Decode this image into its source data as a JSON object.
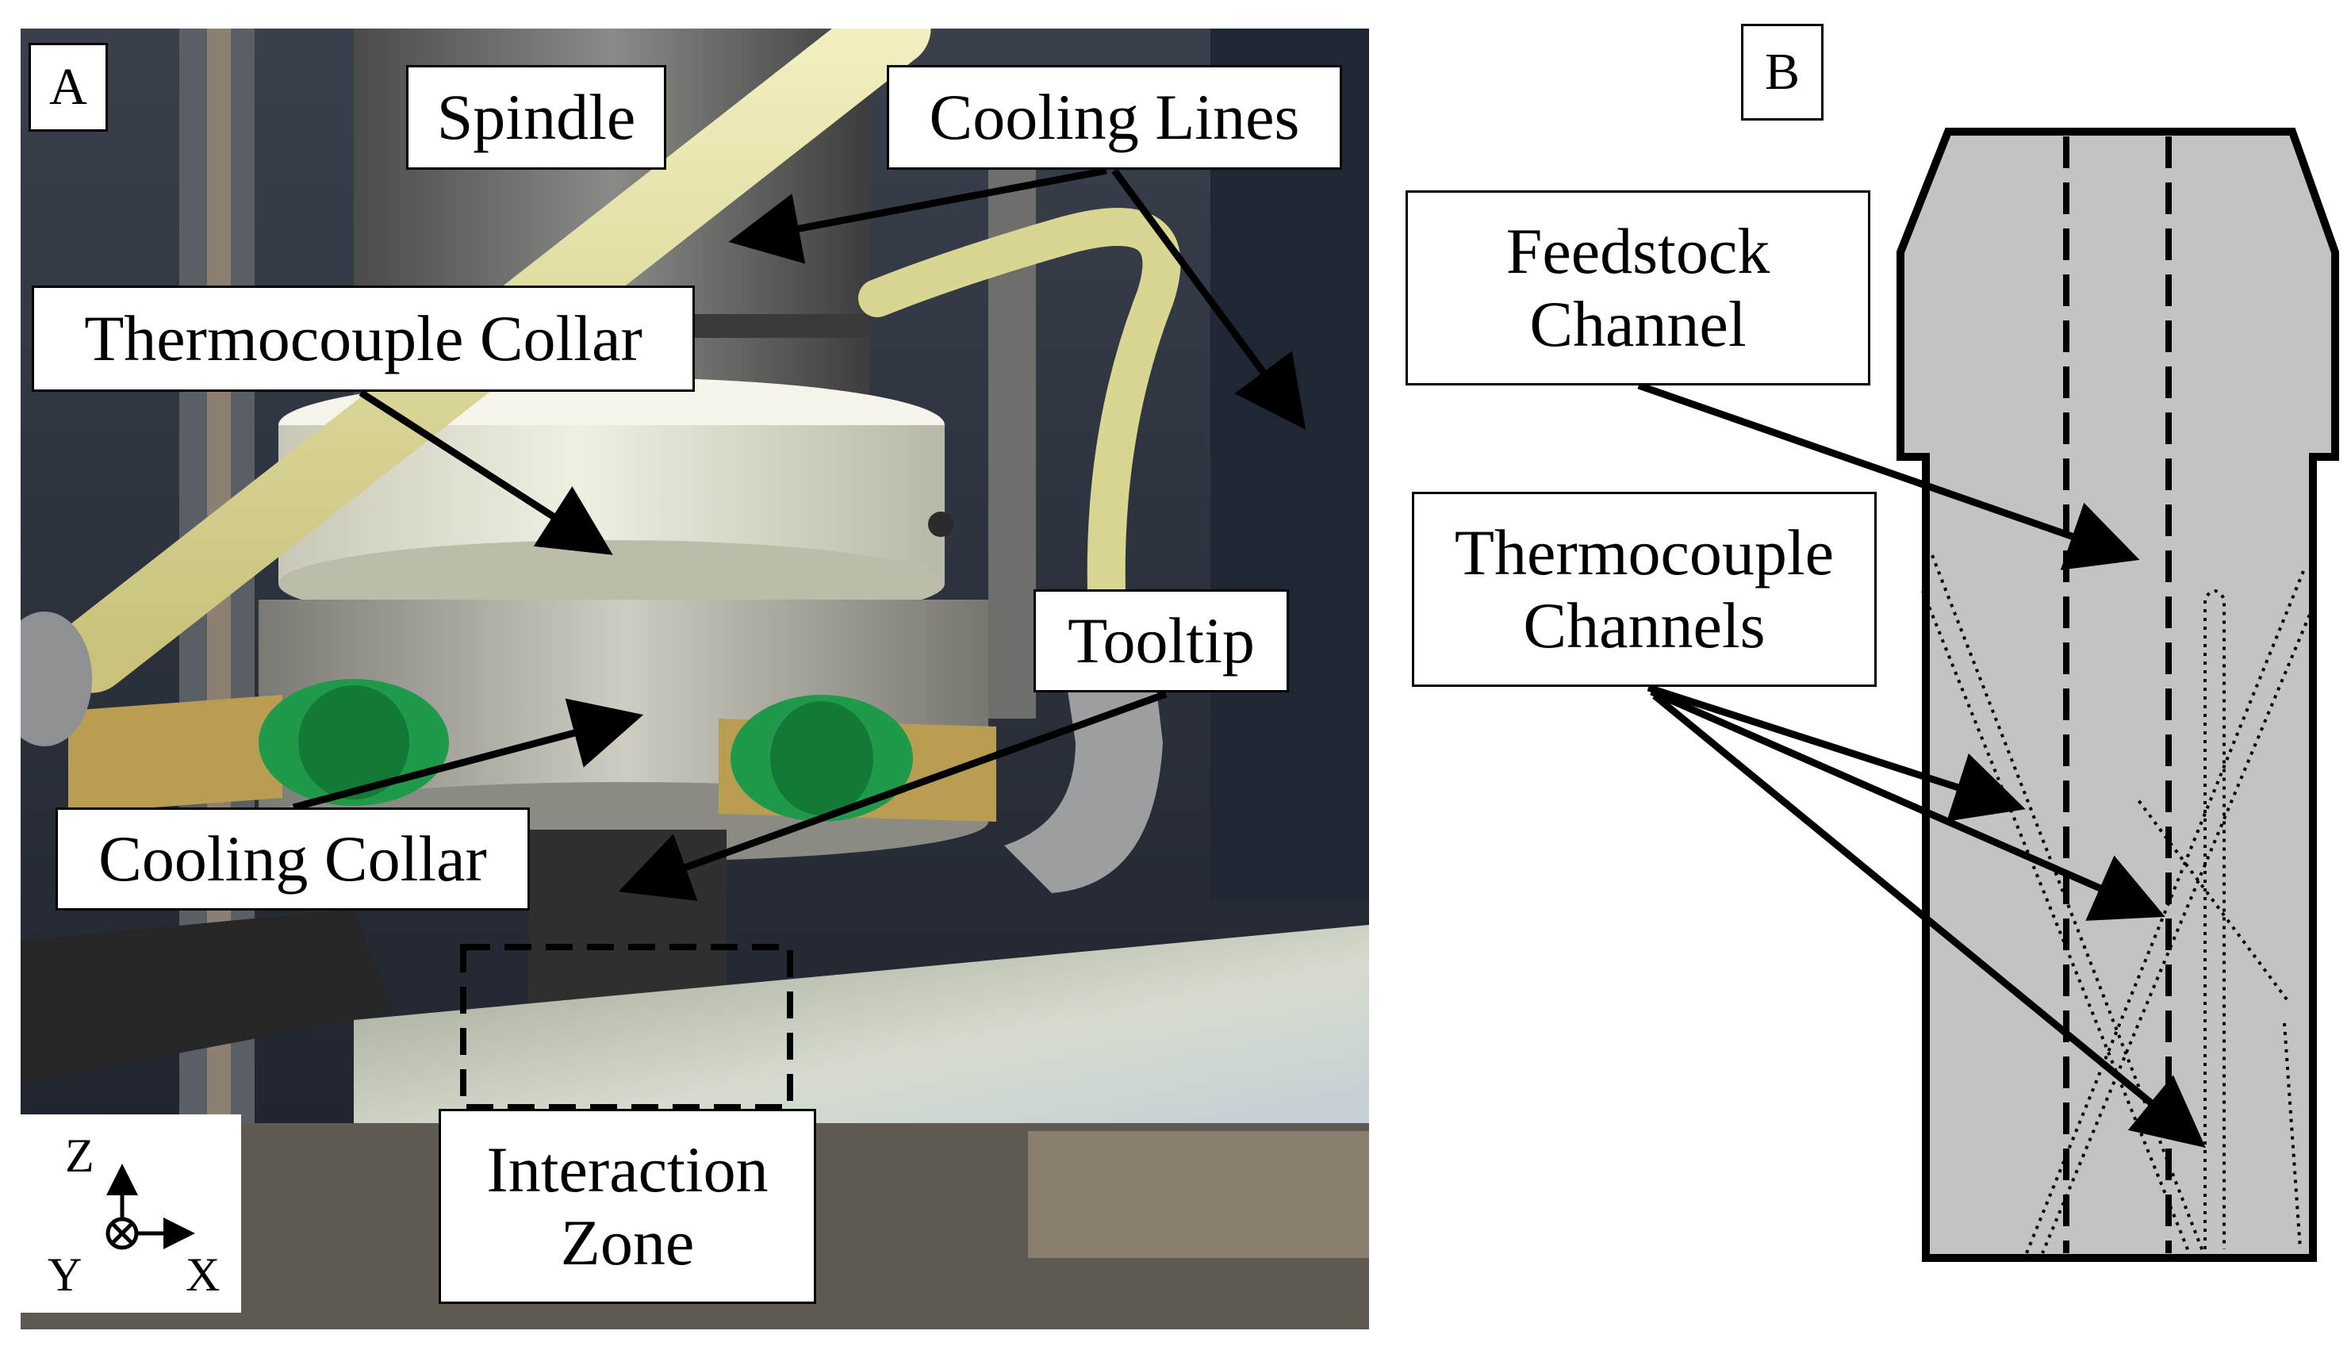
{
  "panel_a": {
    "letter": "A",
    "labels": {
      "spindle": "Spindle",
      "cooling_lines": "Cooling Lines",
      "thermocouple_collar": "Thermocouple Collar",
      "tooltip": "Tooltip",
      "cooling_collar": "Cooling Collar",
      "interaction_zone": "Interaction\nZone"
    },
    "axes": {
      "z": "Z",
      "y": "Y",
      "x": "X"
    }
  },
  "panel_b": {
    "letter": "B",
    "labels": {
      "feedstock_channel": "Feedstock\nChannel",
      "thermocouple_channels": "Thermocouple\nChannels"
    }
  },
  "colors": {
    "tool_body": "#c3c3c3",
    "tubing": "#d8d690",
    "fitting_green": "#1f9a4a",
    "brass": "#b59a4e",
    "collar_white": "#e4e2d2",
    "aluminum": "#b6b8b6",
    "background_dark": "#2a2f38"
  }
}
